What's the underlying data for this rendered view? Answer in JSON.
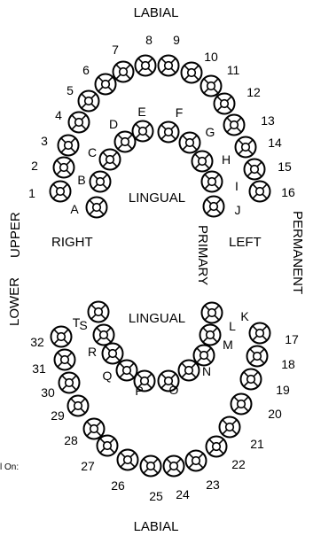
{
  "labels": {
    "labial_top": "LABIAL",
    "labial_bottom": "LABIAL",
    "lingual_upper": "LINGUAL",
    "lingual_lower": "LINGUAL",
    "upper": "UPPER",
    "lower": "LOWER",
    "right": "RIGHT",
    "left": "LEFT",
    "primary": "PRIMARY",
    "permanent": "PERMANENT",
    "footer_fragment": "l On:"
  },
  "permanent_upper": [
    "1",
    "2",
    "3",
    "4",
    "5",
    "6",
    "7",
    "8",
    "9",
    "10",
    "11",
    "12",
    "13",
    "14",
    "15",
    "16"
  ],
  "permanent_lower": [
    "17",
    "18",
    "19",
    "20",
    "21",
    "22",
    "23",
    "24",
    "25",
    "26",
    "27",
    "28",
    "29",
    "30",
    "31",
    "32"
  ],
  "primary_upper": [
    "A",
    "B",
    "C",
    "D",
    "E",
    "F",
    "G",
    "H",
    "I",
    "J"
  ],
  "primary_lower": [
    "K",
    "L",
    "M",
    "N",
    "O",
    "P",
    "Q",
    "R",
    "S",
    "T"
  ],
  "colors": {
    "ink": "#000000",
    "background": "#ffffff"
  }
}
